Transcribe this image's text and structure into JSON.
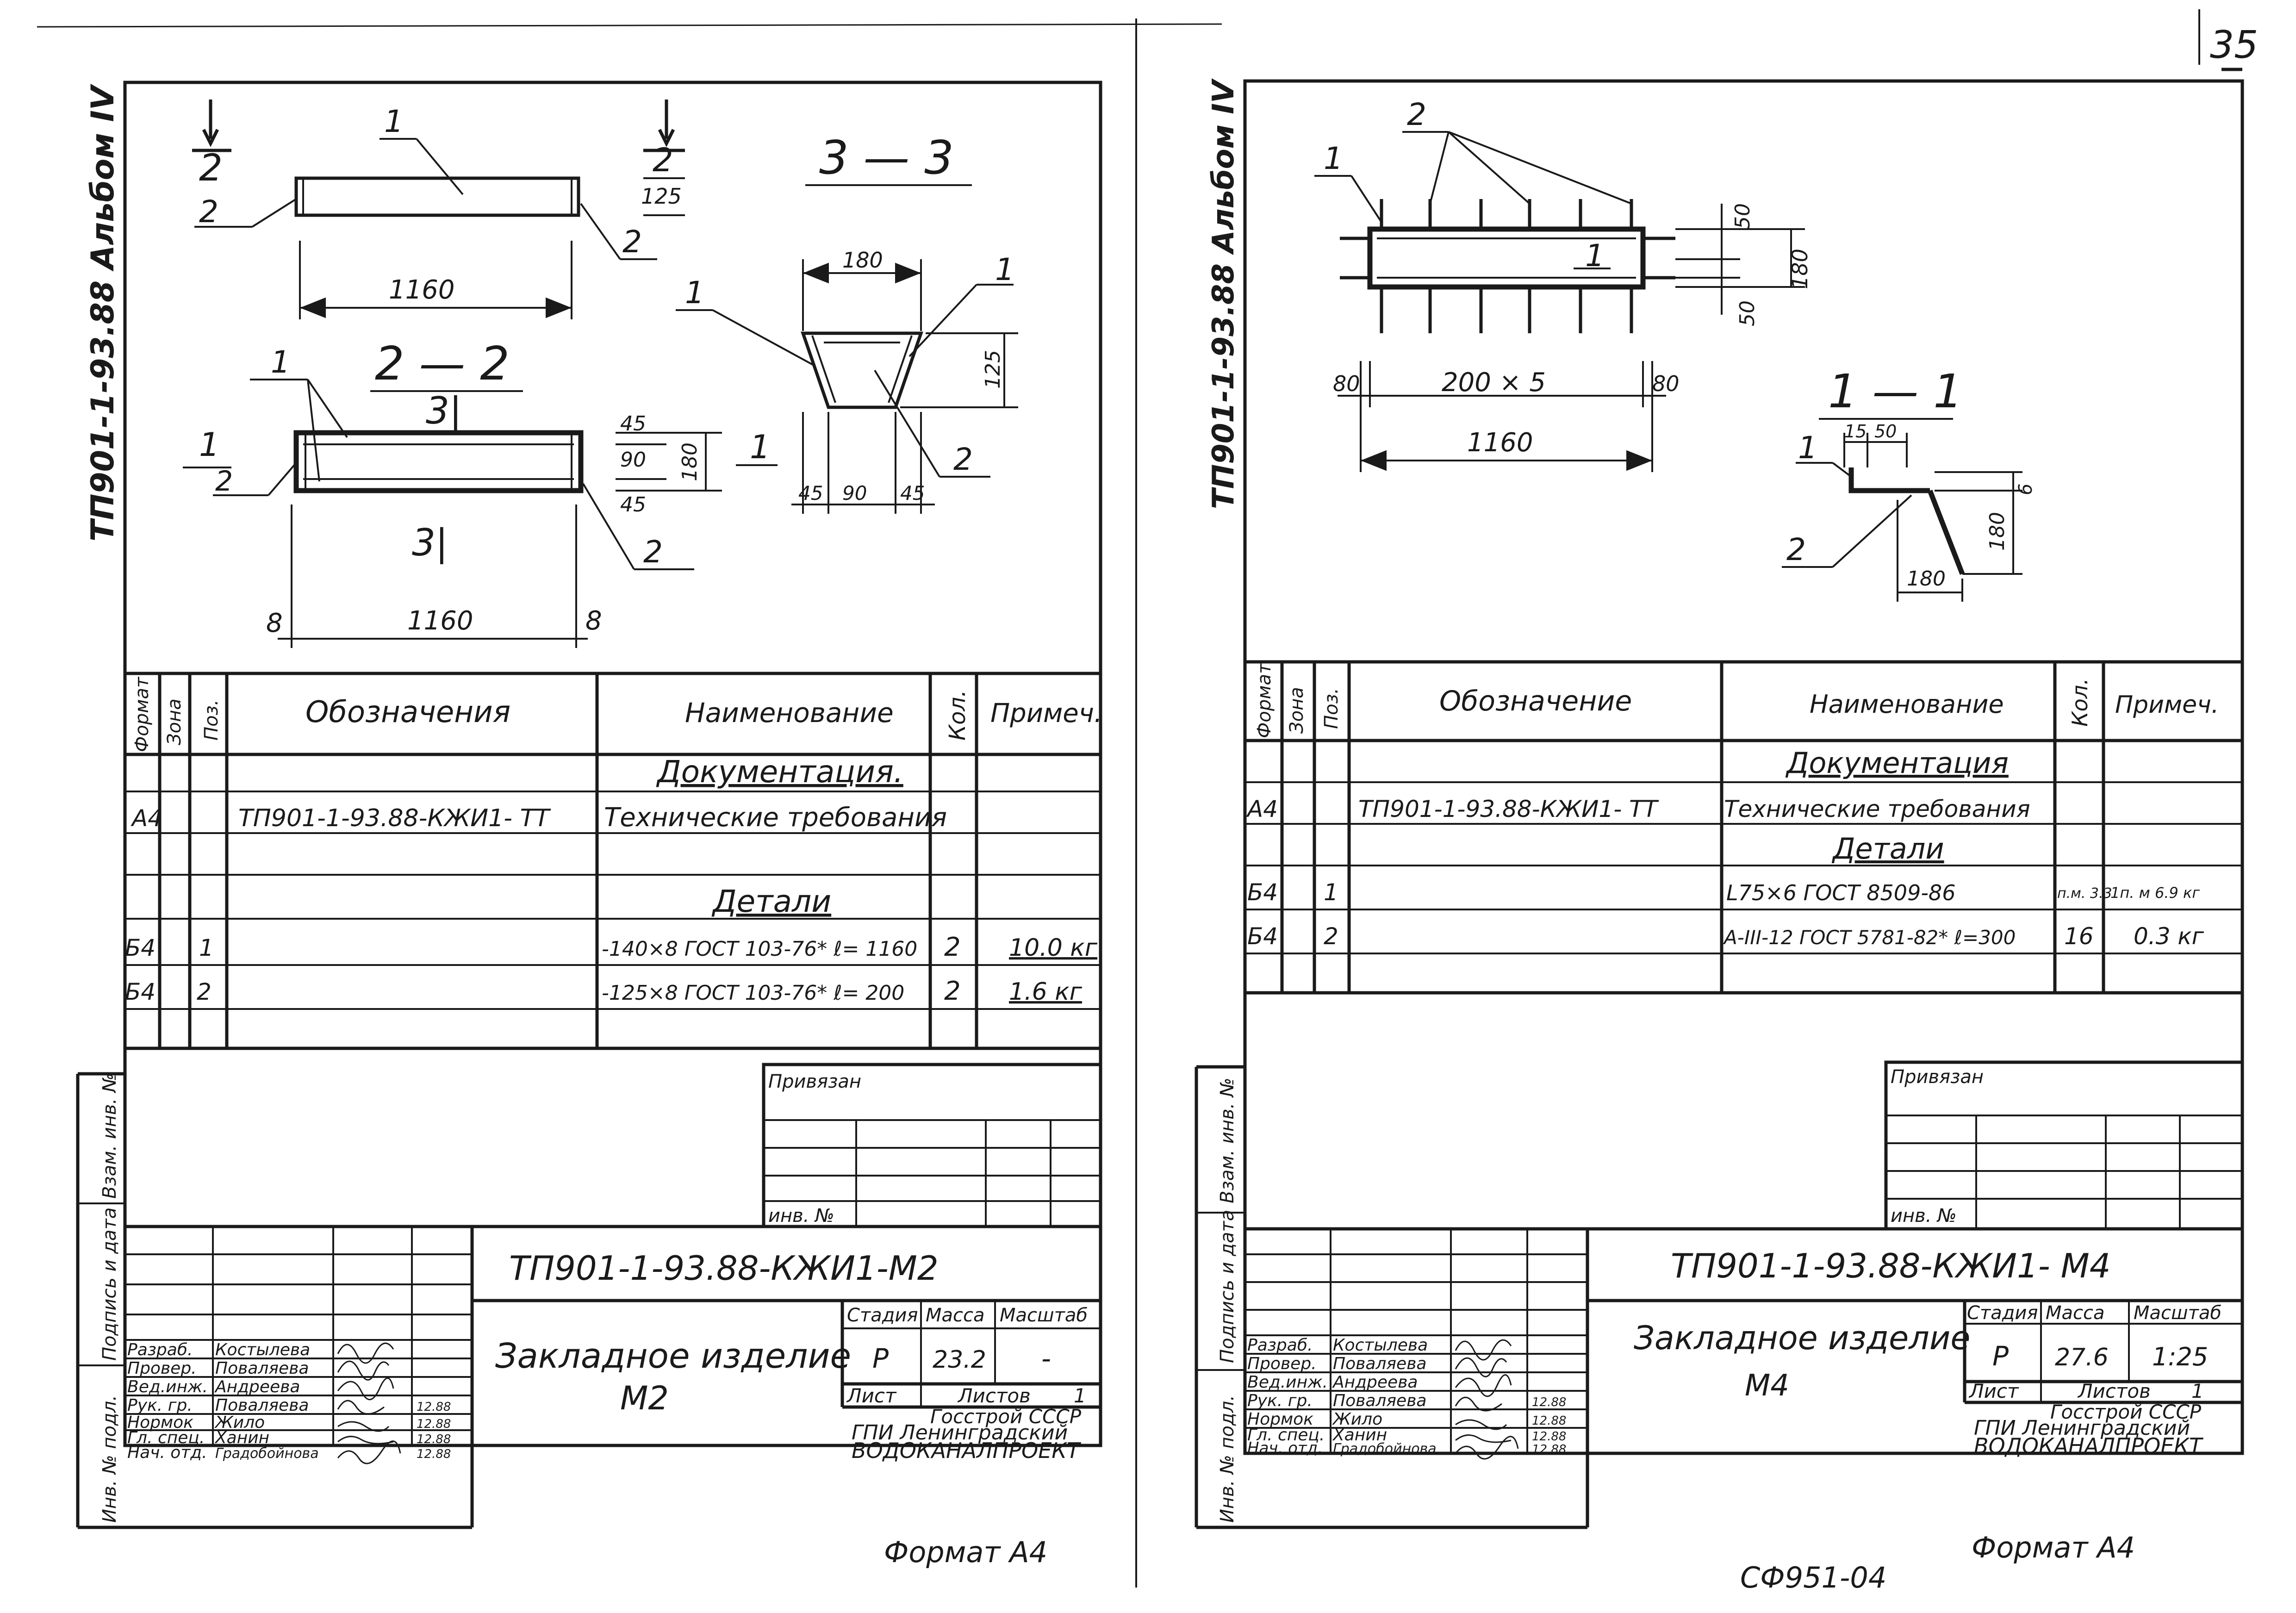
{
  "page_number": "35",
  "bottom_center_code": "СФ951-04",
  "left": {
    "album": "ТП901-1-93.88 Альбом IV",
    "drawing": {
      "pos1": "1",
      "pos2": "2",
      "sec22_title": "2 — 2",
      "sec33_title": "3 — 3",
      "cut2_mark": "2",
      "cut1_label_num": "1",
      "cut1_label_den": "2",
      "mark31": "3|",
      "dim_1160": "1160",
      "dim_125": "125",
      "dim_45": "45",
      "dim_90": "90",
      "dim_180": "180",
      "dim_8": "8"
    },
    "spec": {
      "headers": {
        "format": "Формат",
        "zone": "Зона",
        "pos": "Поз.",
        "designation": "Обозначения",
        "name": "Наименование",
        "qty": "Кол.",
        "note": "Примеч."
      },
      "rows": [
        {
          "format": "",
          "zone": "",
          "pos": "",
          "designation": "",
          "name": "Документация.",
          "qty": "",
          "note": ""
        },
        {
          "format": "А4",
          "zone": "",
          "pos": "",
          "designation": "ТП901-1-93.88-КЖИ1- ТТ",
          "name": "Технические требования",
          "qty": "",
          "note": ""
        },
        {
          "format": "",
          "zone": "",
          "pos": "",
          "designation": "",
          "name": "",
          "qty": "",
          "note": ""
        },
        {
          "format": "",
          "zone": "",
          "pos": "",
          "designation": "",
          "name": "Детали",
          "qty": "",
          "note": ""
        },
        {
          "format": "Б4",
          "zone": "",
          "pos": "1",
          "designation": "",
          "name": "-140×8 ГОСТ 103-76* ℓ= 1160",
          "qty": "2",
          "note": "10.0 кг"
        },
        {
          "format": "Б4",
          "zone": "",
          "pos": "2",
          "designation": "",
          "name": "-125×8 ГОСТ 103-76* ℓ= 200",
          "qty": "2",
          "note": "1.6 кг"
        },
        {
          "format": "",
          "zone": "",
          "pos": "",
          "designation": "",
          "name": "",
          "qty": "",
          "note": ""
        }
      ]
    },
    "title_block": {
      "privyazan": "Привязан",
      "inv_no": "инв. №",
      "code": "ТП901-1-93.88-КЖИ1-М2",
      "item_name_1": "Закладное изделие",
      "item_name_2": "М2",
      "stage_label": "Стадия",
      "mass_label": "Масса",
      "scale_label": "Масштаб",
      "stage": "Р",
      "mass": "23.2",
      "scale": "-",
      "sheet_label": "Лист",
      "sheets_label": "Листов",
      "sheets": "1",
      "org1": "Госстрой СССР",
      "org2": "ГПИ Ленинградский",
      "org3": "ВОДОКАНАЛПРОЕКТ",
      "roles": [
        "Разраб.",
        "Провер.",
        "Вед.инж.",
        "Рук. гр.",
        "Нормок",
        "Гл. спец.",
        "Нач. отд."
      ],
      "names": [
        "Костылева",
        "Поваляева",
        "Андреева",
        "Поваляева",
        "Жило",
        "Ханин",
        "Градобойнова"
      ],
      "dates": [
        "",
        "",
        "",
        "12.88",
        "12.88",
        "12.88",
        "12.88"
      ],
      "side_labels": [
        "Инв. № подл.",
        "Подпись и дата",
        "Взам. инв. №"
      ],
      "format": "Формат А4"
    }
  },
  "right": {
    "album": "ТП901-1-93.88 Альбом IV",
    "drawing": {
      "pos1": "1",
      "pos2": "2",
      "sec11_title": "1 — 1",
      "dim_80": "80",
      "dim_200x5": "200 × 5",
      "dim_1160": "1160",
      "dim_50": "50",
      "dim_180": "180",
      "dim_15": "15",
      "dim_6": "6"
    },
    "spec": {
      "headers": {
        "format": "Формат",
        "zone": "Зона",
        "pos": "Поз.",
        "designation": "Обозначение",
        "name": "Наименование",
        "qty": "Кол.",
        "note": "Примеч."
      },
      "rows": [
        {
          "format": "",
          "zone": "",
          "pos": "",
          "designation": "",
          "name": "Документация",
          "qty": "",
          "note": ""
        },
        {
          "format": "А4",
          "zone": "",
          "pos": "",
          "designation": "ТП901-1-93.88-КЖИ1- ТТ",
          "name": "Технические требования",
          "qty": "",
          "note": ""
        },
        {
          "format": "",
          "zone": "",
          "pos": "",
          "designation": "",
          "name": "Детали",
          "qty": "",
          "note": ""
        },
        {
          "format": "Б4",
          "zone": "",
          "pos": "1",
          "designation": "",
          "name": "L75×6 ГОСТ 8509-86",
          "qty": "п.м. 3.3",
          "note": "1п. м 6.9 кг"
        },
        {
          "format": "Б4",
          "zone": "",
          "pos": "2",
          "designation": "",
          "name": "А-III-12 ГОСТ 5781-82* ℓ=300",
          "qty": "16",
          "note": "0.3 кг"
        },
        {
          "format": "",
          "zone": "",
          "pos": "",
          "designation": "",
          "name": "",
          "qty": "",
          "note": ""
        }
      ]
    },
    "title_block": {
      "privyazan": "Привязан",
      "inv_no": "инв. №",
      "code": "ТП901-1-93.88-КЖИ1- М4",
      "item_name_1": "Закладное изделие",
      "item_name_2": "М4",
      "stage_label": "Стадия",
      "mass_label": "Масса",
      "scale_label": "Масштаб",
      "stage": "Р",
      "mass": "27.6",
      "scale": "1:25",
      "sheet_label": "Лист",
      "sheets_label": "Листов",
      "sheets": "1",
      "org1": "Госстрой СССР",
      "org2": "ГПИ Ленинградский",
      "org3": "ВОДОКАНАЛПРОЕКТ",
      "roles": [
        "Разраб.",
        "Провер.",
        "Вед.инж.",
        "Рук. гр.",
        "Нормок",
        "Гл. спец.",
        "Нач. отд."
      ],
      "names": [
        "Костылева",
        "Поваляева",
        "Андреева",
        "Поваляева",
        "Жило",
        "Ханин",
        "Градобойнова"
      ],
      "dates": [
        "",
        "",
        "",
        "12.88",
        "12.88",
        "12.88",
        "12.88"
      ],
      "side_labels": [
        "Инв. № подл.",
        "Подпись и дата",
        "Взам. инв. №"
      ],
      "format": "Формат А4"
    }
  }
}
